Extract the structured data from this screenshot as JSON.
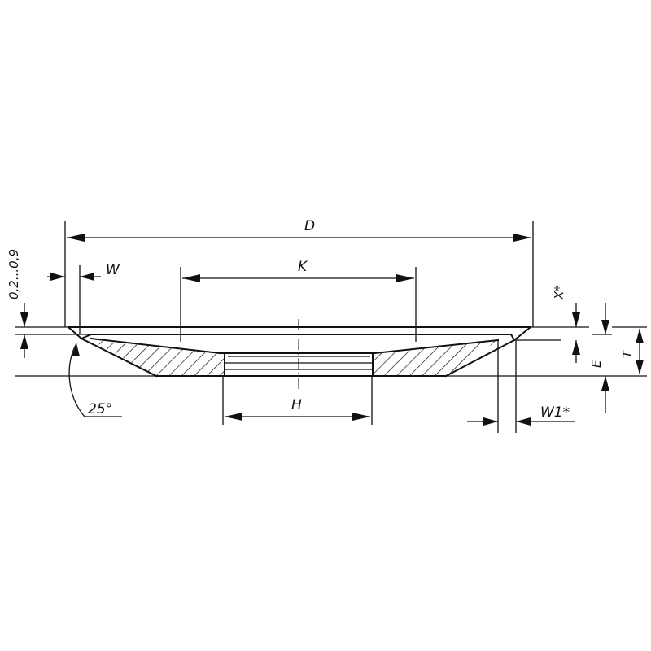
{
  "drawing": {
    "labels": {
      "D": "D",
      "K": "K",
      "H": "H",
      "W": "W",
      "W1": "W1*",
      "X": "X*",
      "E": "E",
      "T": "T",
      "angle": "25°",
      "clearance": "0,2...0,9"
    }
  }
}
